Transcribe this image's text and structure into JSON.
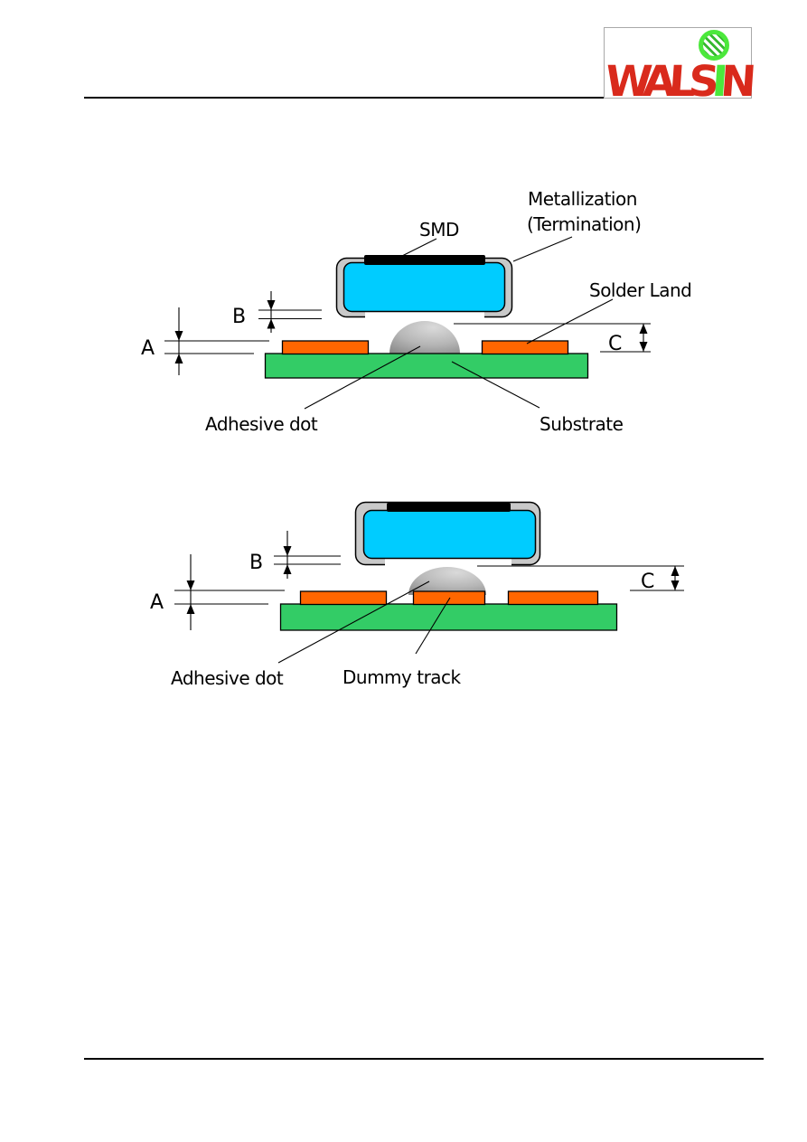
{
  "page": {
    "background": "#ffffff"
  },
  "header": {
    "logo": {
      "text_part1": "WALS",
      "text_part2": "I",
      "text_part3": "N",
      "brand": "WALSIN",
      "red": "#d92a1c",
      "green": "#4ce83c",
      "icon": "walsin-globe-icon"
    }
  },
  "colors": {
    "component_body_cyan": "#00ccff",
    "termination_gray": "#c9c9c9",
    "metallization_black": "#000000",
    "solder_land_orange": "#ff6600",
    "substrate_green": "#33cc66",
    "adhesive_dot_light": "#dadada",
    "adhesive_dot_dark": "#8a8a8a"
  },
  "diagram1": {
    "description": "SMD glued with adhesive dot on substrate between solder lands",
    "labels": {
      "smd": "SMD",
      "metallization": "Metallization",
      "termination": "(Termination)",
      "solder_land": "Solder Land",
      "adhesive_dot": "Adhesive dot",
      "substrate": "Substrate"
    },
    "dimensions": {
      "a": "A",
      "b": "B",
      "c": "C"
    }
  },
  "diagram2": {
    "description": "SMD glued with adhesive dot on dummy track between solder lands",
    "labels": {
      "adhesive_dot": "Adhesive dot",
      "dummy_track": "Dummy track"
    },
    "dimensions": {
      "a": "A",
      "b": "B",
      "c": "C"
    }
  }
}
